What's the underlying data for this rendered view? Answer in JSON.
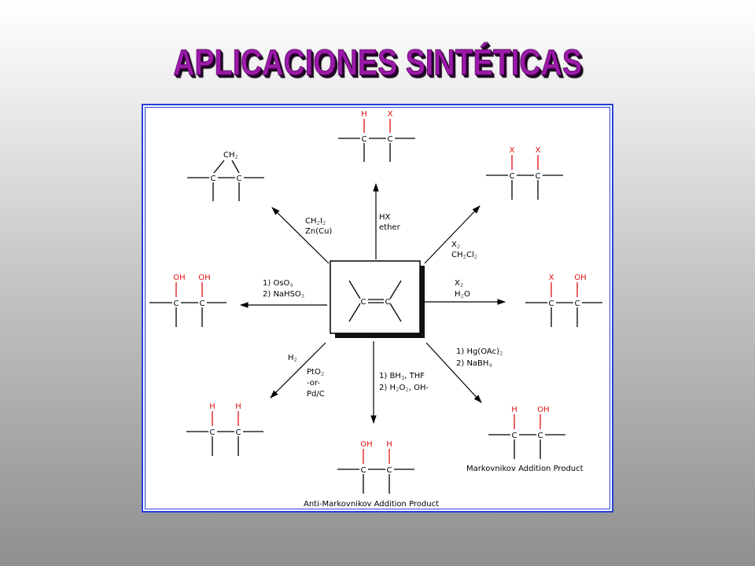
{
  "slide": {
    "title": "APLICACIONES SINTÉTICAS"
  },
  "colors": {
    "title": "#9b1aa8",
    "frame_border": "#2540d8",
    "substituent": "#e01010"
  },
  "reactant": {
    "carbon": "C",
    "double_bond": "="
  },
  "atoms": {
    "carbon": "C",
    "ch2": "CH",
    "ch2_sub": "2",
    "h": "H",
    "x": "X",
    "oh": "OH"
  },
  "reagents": {
    "hx": {
      "line1": "HX",
      "line2": "ether"
    },
    "x2_ch2cl2": {
      "x": "X",
      "x_sub": "2",
      "ch": "CH",
      "ch_sub": "2",
      "cl": "Cl",
      "cl_sub": "2"
    },
    "ch2i2": {
      "ch": "CH",
      "ch_sub": "2",
      "i": "I",
      "i_sub": "2",
      "line2": "Zn(Cu)"
    },
    "oso4": {
      "l1a": "1) OsO",
      "l1_sub": "4",
      "l2a": "2) NaHSO",
      "l2_sub": "3"
    },
    "x2_h2o": {
      "x": "X",
      "x_sub": "2",
      "h": "H",
      "h_sub": "2",
      "o": "O"
    },
    "h2_pd": {
      "h": "H",
      "h_sub": "2",
      "pto": "PtO",
      "pto_sub": "2",
      "or": "-or-",
      "pdc": "Pd/C"
    },
    "hydroboration": {
      "l1": "1) BH",
      "l1_sub": "3",
      "l1b": ", THF",
      "l2a": "2) H",
      "l2_sub1": "2",
      "l2b": "O",
      "l2_sub2": "2",
      "l2c": ", OH-"
    },
    "oxymercuration": {
      "l1a": "1) Hg(OAc)",
      "l1_sub": "2",
      "l2a": "2) NaBH",
      "l2_sub": "4"
    }
  },
  "captions": {
    "markovnikov": "Markovnikov Addition Product",
    "anti_markovnikov": "Anti-Markovnikov Addition Product"
  }
}
